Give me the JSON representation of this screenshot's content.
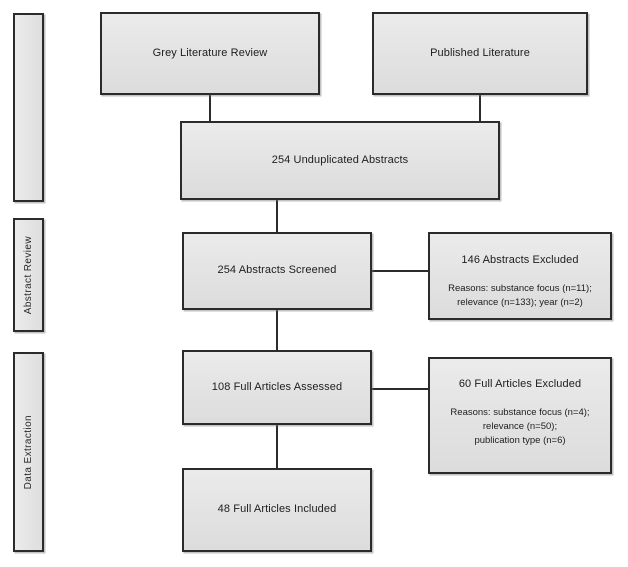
{
  "diagram": {
    "kind": "literature-review-flow-diagram",
    "colors": {
      "box_fill_top": "#ebebeb",
      "box_fill_bottom": "#dcdcdc",
      "box_border": "#2b2b2b",
      "connector": "#2b2b2b",
      "text": "#1d1d1d",
      "page_background": "#ffffff"
    }
  },
  "phases": [
    {
      "label": "",
      "name": "phase-bar-top-blank"
    },
    {
      "label": "Abstract Review",
      "name": "phase-bar-abstract-review"
    },
    {
      "label": "Data Extraction",
      "name": "phase-bar-data-extraction"
    }
  ],
  "nodes": {
    "grey_literature": {
      "title": "Grey Literature Review"
    },
    "published_literature": {
      "title": "Published Literature"
    },
    "unduplicated_abstracts": {
      "title": "254 Unduplicated Abstracts",
      "count": 254
    },
    "abstracts_screened": {
      "title": "254 Abstracts Screened",
      "count": 254
    },
    "abstracts_excluded": {
      "title": "146 Abstracts Excluded",
      "count": 146,
      "reasons": "Reasons: substance focus (n=11); relevance (n=133); year (n=2)",
      "reasons_line1": "Reasons: substance focus (n=11);",
      "reasons_line2": "relevance (n=133); year (n=2)"
    },
    "full_articles_assessed": {
      "title": "108 Full Articles Assessed",
      "count": 108
    },
    "full_articles_excluded": {
      "title": "60 Full Articles Excluded",
      "count": 60,
      "reasons": "Reasons: substance focus (n=4); relevance (n=50); publication type (n=6)",
      "reasons_line1": "Reasons: substance focus (n=4);",
      "reasons_line2": "relevance (n=50);",
      "reasons_line3": "publication type (n=6)"
    },
    "full_articles_included": {
      "title": "48 Full Articles Included",
      "count": 48
    }
  }
}
